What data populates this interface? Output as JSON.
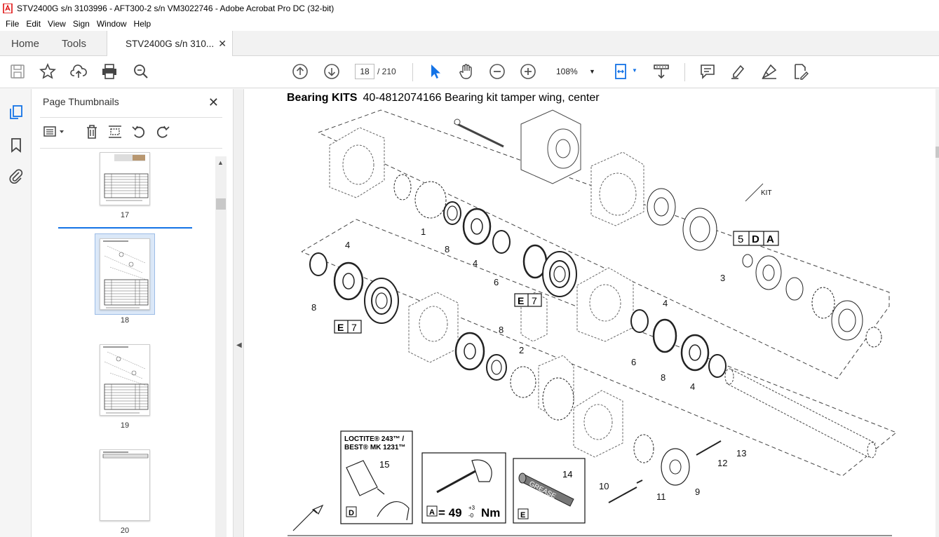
{
  "window": {
    "title": "STV2400G s/n 3103996 - AFT300-2 s/n VM3022746 - Adobe Acrobat Pro DC (32-bit)"
  },
  "menu": [
    "File",
    "Edit",
    "View",
    "Sign",
    "Window",
    "Help"
  ],
  "tabs": {
    "home": "Home",
    "tools": "Tools",
    "document": "STV2400G s/n 310..."
  },
  "toolbar": {
    "current_page": "18",
    "total_pages": "/ 210",
    "zoom": "108%"
  },
  "thumbnails": {
    "header": "Page Thumbnails",
    "pages": [
      {
        "label": "17"
      },
      {
        "label": "18"
      },
      {
        "label": "19"
      },
      {
        "label": "20"
      }
    ],
    "selected": "18"
  },
  "document": {
    "heading": "Bearing KITS",
    "subheading": "40-4812074166 Bearing kit tamper wing, center",
    "callouts": [
      "1",
      "8",
      "4",
      "6",
      "4",
      "8",
      "8",
      "2",
      "3",
      "4",
      "6",
      "8",
      "4",
      "13",
      "12",
      "10",
      "11",
      "9",
      "15",
      "14",
      "KIT"
    ],
    "kit_code": [
      "5",
      "D",
      "A"
    ],
    "box_code_1": [
      "E",
      "7"
    ],
    "box_code_2": [
      "E",
      "7"
    ],
    "loctite_line1": "LOCTITE® 243™ /",
    "loctite_line2": "BEST® MK 1231™",
    "loctite_letter": "D",
    "torque_letter": "A",
    "torque_value": "= 49",
    "torque_tol_plus": "+3",
    "torque_tol_minus": "-0",
    "torque_unit": "Nm",
    "grease_text": "GREASE",
    "grease_letter": "E"
  },
  "colors": {
    "accent": "#1473e6",
    "selected_thumb_bg": "#dbe8f8"
  }
}
